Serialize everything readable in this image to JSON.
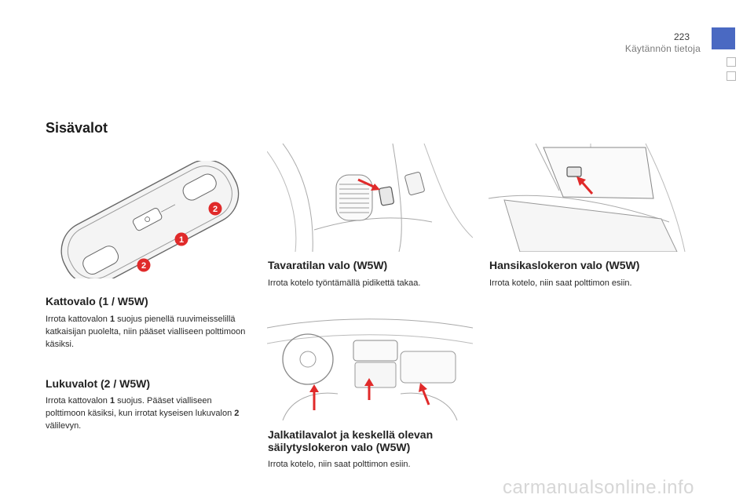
{
  "header": {
    "page_number": "223",
    "chapter": "Käytännön tietoja"
  },
  "colors": {
    "accent_blue": "#4a69c2",
    "arrow_red": "#e02a2a"
  },
  "title": "Sisävalot",
  "illustration_badges": {
    "top": "2",
    "middle": "1",
    "bottom": "2"
  },
  "sections": {
    "kattovalo": {
      "heading": "Kattovalo (1 / W5W)",
      "text_1": "Irrota kattovalon ",
      "bold_1": "1",
      "text_2": " suojus pienellä ruuvimeisselillä katkaisijan puolelta, niin pääset vialliseen polttimoon käsiksi."
    },
    "lukuvalot": {
      "heading": "Lukuvalot (2 / W5W)",
      "text_1": "Irrota kattovalon ",
      "bold_1": "1",
      "text_2": " suojus. Pääset vialliseen polttimoon käsiksi, kun irrotat kyseisen lukuvalon ",
      "bold_2": "2",
      "text_3": " välilevyn."
    },
    "tavaratila": {
      "heading": "Tavaratilan valo (W5W)",
      "text": "Irrota kotelo työntämällä pidikettä takaa."
    },
    "hansikaslokero": {
      "heading": "Hansikaslokeron valo (W5W)",
      "text": "Irrota kotelo, niin saat polttimon esiin."
    },
    "jalkatila": {
      "heading_line1": "Jalkatilavalot ja keskellä olevan",
      "heading_line2": "säilytyslokeron valo (W5W)",
      "text": "Irrota kotelo, niin saat polttimon esiin."
    }
  },
  "watermark": "carmanualsonline.info"
}
